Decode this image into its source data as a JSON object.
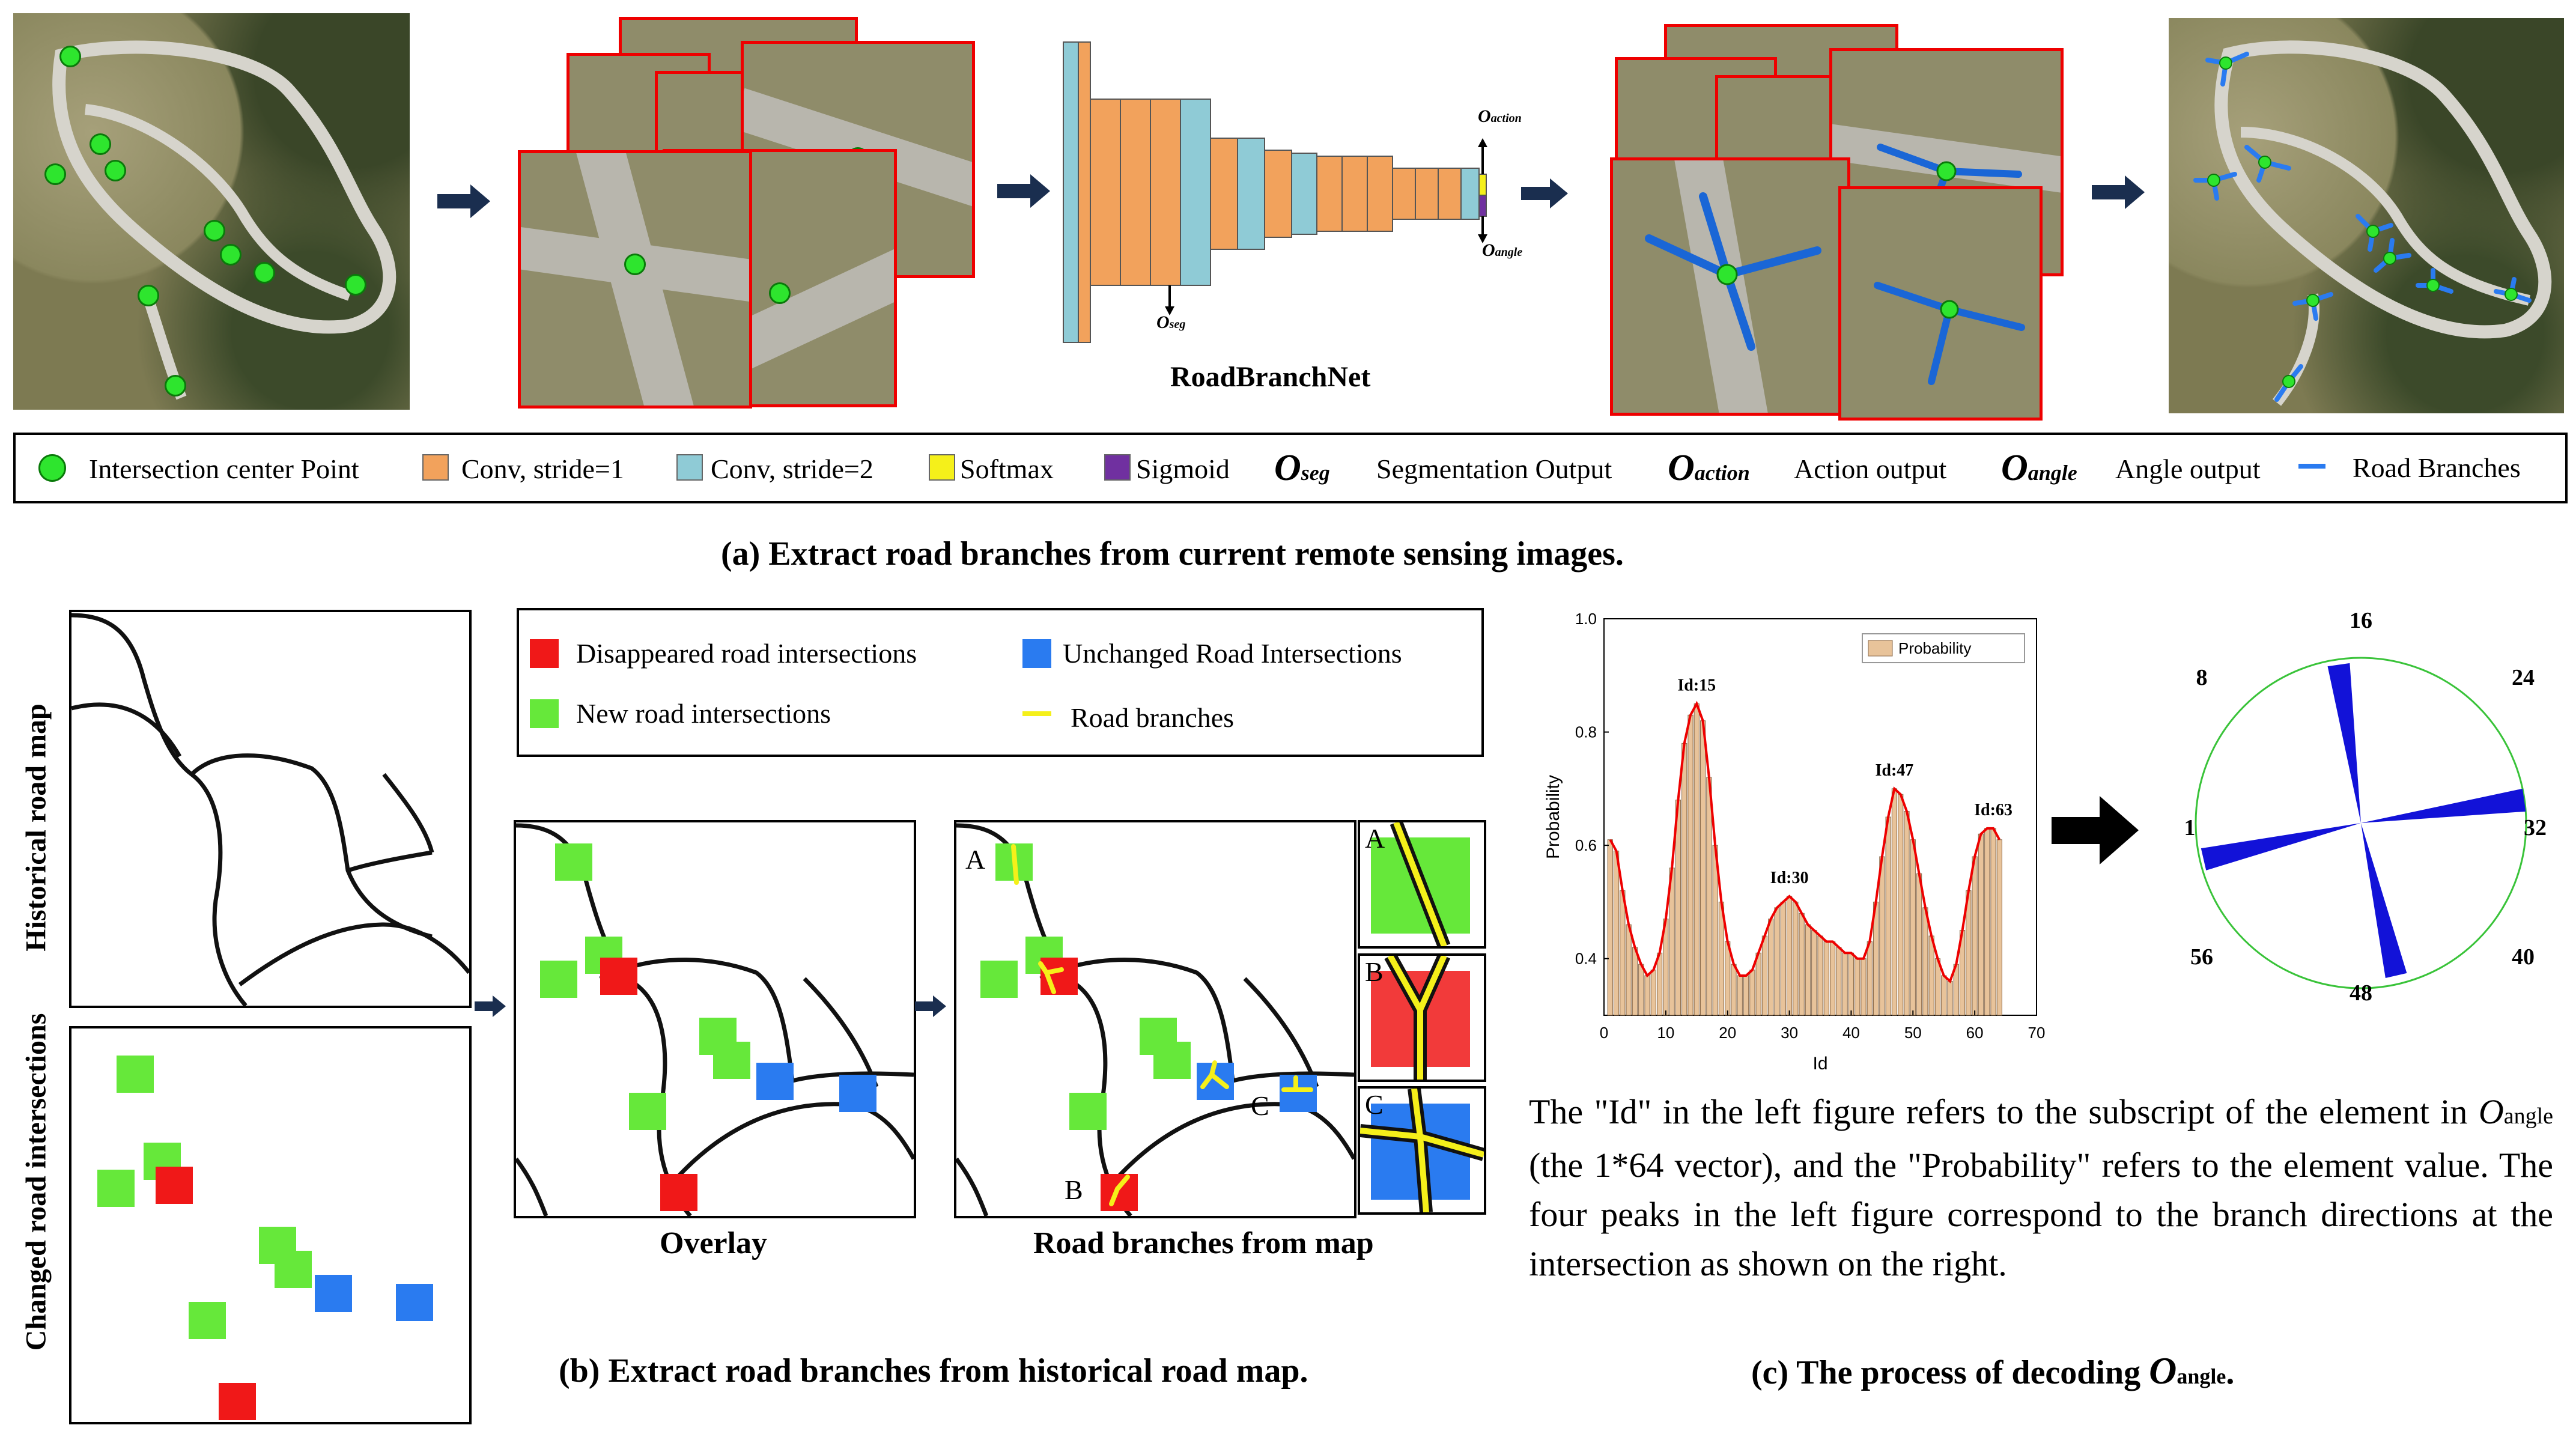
{
  "panel_a": {
    "network_label": "RoadBranchNet",
    "o_action_main": "O",
    "o_action_sub": "action",
    "o_angle_main": "O",
    "o_angle_sub": "angle",
    "o_seg_main": "O",
    "o_seg_sub": "seg",
    "caption": "(a) Extract road branches from current  remote sensing images.",
    "legend": [
      {
        "label": "Intersection center Point",
        "swatch": "dot",
        "color": "#2ee52e"
      },
      {
        "label": "Conv, stride=1",
        "swatch": "square",
        "color": "#f2a25c"
      },
      {
        "label": "Conv, stride=2",
        "swatch": "square",
        "color": "#8fcbd6"
      },
      {
        "label": "Softmax",
        "swatch": "square",
        "color": "#f5f01a"
      },
      {
        "label": "Sigmoid",
        "swatch": "square",
        "color": "#7030a0"
      },
      {
        "sym": "O",
        "sub": "seg",
        "label": "Segmentation Output"
      },
      {
        "sym": "O",
        "sub": "action",
        "label": "Action output"
      },
      {
        "sym": "O",
        "sub": "angle",
        "label": "Angle output"
      },
      {
        "label": "Road Branches",
        "swatch": "line",
        "color": "#2a7bf0"
      }
    ]
  },
  "panel_b": {
    "historical_label": "Historical  road map",
    "changed_label": "Changed road intersections",
    "legend": {
      "disappeared": "Disappeared road intersections",
      "new": "New road intersections",
      "unchanged": "Unchanged Road Intersections",
      "branches": "Road branches"
    },
    "overlay_title": "Overlay",
    "branches_title": "Road branches from map",
    "point_labels": [
      "A",
      "B",
      "C"
    ],
    "caption": "(b) Extract road branches from historical road map.",
    "colors": {
      "new": "#66e83a",
      "disappeared": "#f01818",
      "unchanged": "#2a7bf0",
      "branch": "#f5f01a"
    }
  },
  "panel_c": {
    "paragraph_parts": [
      "The \"Id\" in the left figure refers to the subscript of the element in ",
      "O",
      "angle",
      " (the 1*64 vector), and the \"Probability\" refers to the element value. The four peaks in the left figure correspond to the branch directions at the intersection as shown on the right."
    ],
    "caption_prefix": "(c) The process of decoding ",
    "caption_sym": "O",
    "caption_sub": "angle",
    "caption_suffix": ".",
    "polar_labels": [
      "16",
      "24",
      "32",
      "40",
      "48",
      "56",
      "1",
      "8"
    ]
  },
  "chart_data": {
    "type": "bar",
    "title": "",
    "xlabel": "Id",
    "ylabel": "Probability",
    "xlim": [
      0,
      70
    ],
    "ylim": [
      0.3,
      1.0
    ],
    "xticks": [
      0,
      10,
      20,
      30,
      40,
      50,
      60,
      70
    ],
    "yticks": [
      0.4,
      0.6,
      0.8,
      1.0
    ],
    "legend": "Probability",
    "annotations": [
      {
        "text": "Id:15",
        "x": 15,
        "y": 0.85
      },
      {
        "text": "Id:30",
        "x": 30,
        "y": 0.51
      },
      {
        "text": "Id:47",
        "x": 47,
        "y": 0.7
      },
      {
        "text": "Id:63",
        "x": 63,
        "y": 0.63
      }
    ],
    "x": [
      1,
      2,
      3,
      4,
      5,
      6,
      7,
      8,
      9,
      10,
      11,
      12,
      13,
      14,
      15,
      16,
      17,
      18,
      19,
      20,
      21,
      22,
      23,
      24,
      25,
      26,
      27,
      28,
      29,
      30,
      31,
      32,
      33,
      34,
      35,
      36,
      37,
      38,
      39,
      40,
      41,
      42,
      43,
      44,
      45,
      46,
      47,
      48,
      49,
      50,
      51,
      52,
      53,
      54,
      55,
      56,
      57,
      58,
      59,
      60,
      61,
      62,
      63,
      64
    ],
    "values": [
      0.61,
      0.59,
      0.52,
      0.46,
      0.42,
      0.39,
      0.37,
      0.38,
      0.41,
      0.47,
      0.56,
      0.68,
      0.78,
      0.83,
      0.85,
      0.82,
      0.72,
      0.6,
      0.5,
      0.43,
      0.39,
      0.37,
      0.37,
      0.38,
      0.41,
      0.44,
      0.47,
      0.49,
      0.5,
      0.51,
      0.5,
      0.48,
      0.46,
      0.45,
      0.44,
      0.43,
      0.43,
      0.42,
      0.41,
      0.41,
      0.4,
      0.4,
      0.43,
      0.5,
      0.58,
      0.65,
      0.7,
      0.69,
      0.66,
      0.61,
      0.55,
      0.49,
      0.44,
      0.4,
      0.37,
      0.36,
      0.39,
      0.45,
      0.52,
      0.58,
      0.62,
      0.63,
      0.63,
      0.61
    ]
  }
}
